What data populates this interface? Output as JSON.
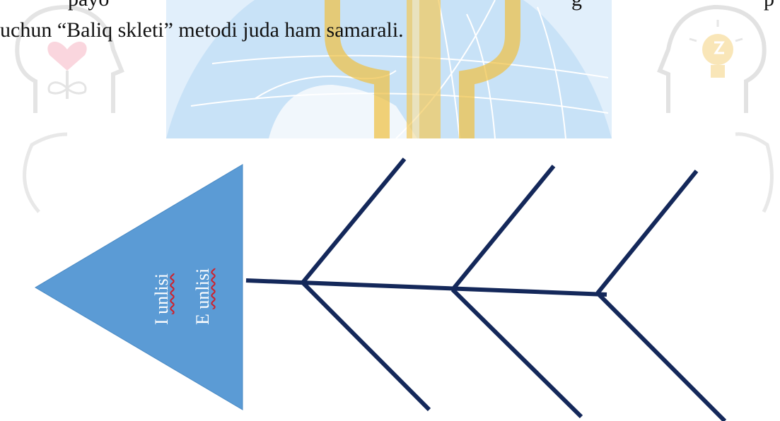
{
  "document": {
    "top_line_fragment": "payo",
    "top_line_fragment_2": "g",
    "top_line_fragment_3": "p",
    "intro_text": "uchun “Baliq skleti” metodi juda ham samarali."
  },
  "fishbone": {
    "head_labels": [
      {
        "prefix": "I ",
        "word": "unlisi"
      },
      {
        "prefix": "E ",
        "word": "unlisi"
      }
    ],
    "head_color": "#5b9bd5",
    "bone_color": "#14285a"
  },
  "watermark": {
    "globe_color": "#7fb8ea",
    "emblem_color": "#f0c040",
    "icon_color": "#d9d9d9",
    "heart_color": "#f6b6c4",
    "bulb_color": "#f6d78a"
  }
}
